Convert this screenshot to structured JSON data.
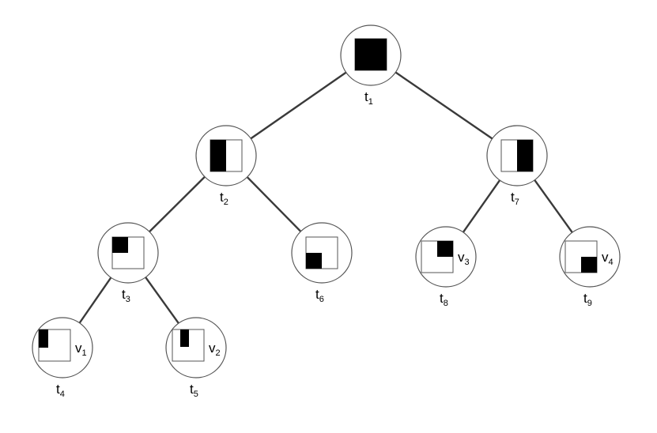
{
  "nodes": [
    {
      "id": "t1",
      "label": "t",
      "sub": "1",
      "var_label": "",
      "var_sub": ""
    },
    {
      "id": "t2",
      "label": "t",
      "sub": "2",
      "var_label": "",
      "var_sub": ""
    },
    {
      "id": "t3",
      "label": "t",
      "sub": "3",
      "var_label": "",
      "var_sub": ""
    },
    {
      "id": "t4",
      "label": "t",
      "sub": "4",
      "var_label": "v",
      "var_sub": "1"
    },
    {
      "id": "t5",
      "label": "t",
      "sub": "5",
      "var_label": "v",
      "var_sub": "2"
    },
    {
      "id": "t6",
      "label": "t",
      "sub": "6",
      "var_label": "",
      "var_sub": ""
    },
    {
      "id": "t7",
      "label": "t",
      "sub": "7",
      "var_label": "",
      "var_sub": ""
    },
    {
      "id": "t8",
      "label": "t",
      "sub": "8",
      "var_label": "v",
      "var_sub": "3"
    },
    {
      "id": "t9",
      "label": "t",
      "sub": "9",
      "var_label": "v",
      "var_sub": "4"
    }
  ],
  "edges": [
    {
      "from": "t1",
      "to": "t2"
    },
    {
      "from": "t1",
      "to": "t7"
    },
    {
      "from": "t2",
      "to": "t3"
    },
    {
      "from": "t2",
      "to": "t6"
    },
    {
      "from": "t3",
      "to": "t4"
    },
    {
      "from": "t3",
      "to": "t5"
    },
    {
      "from": "t7",
      "to": "t8"
    },
    {
      "from": "t7",
      "to": "t9"
    }
  ],
  "colors": {
    "edge": "#3a3a3a",
    "fill": "#000000",
    "outline": "#555555"
  }
}
